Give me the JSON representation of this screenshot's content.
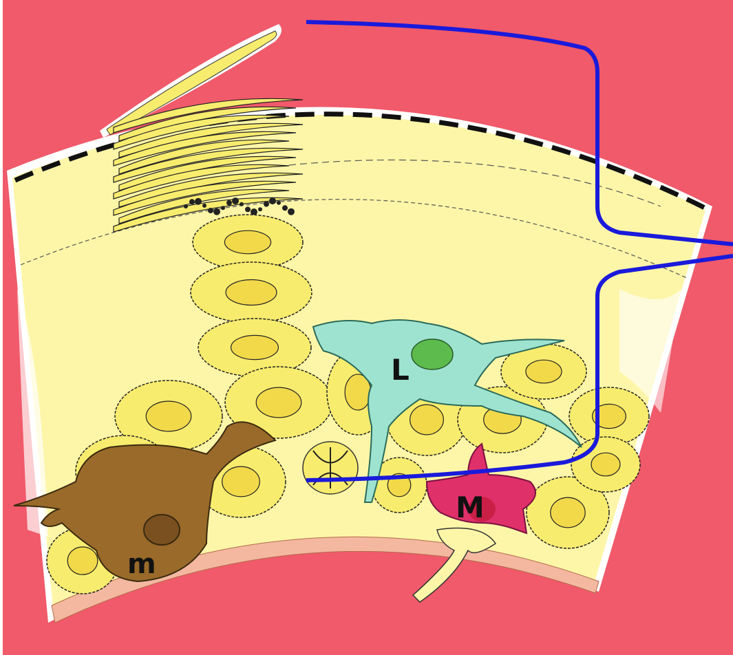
{
  "figure": {
    "labels": {
      "langerhans": "L",
      "melanocyte": "m",
      "merkel": "M"
    },
    "colors": {
      "background": "#f05a6a",
      "epidermis": "#fdf6a8",
      "keratinocyte": "#f8ec6e",
      "nucleus": "#f2d94a",
      "langerhans": "#9ee3d0",
      "langerhans_nucleus": "#5dbb4e",
      "melanocyte": "#9a6a2a",
      "merkel": "#e0306a",
      "bracket": "#1a1adb",
      "basement": "#f4b8a0",
      "outline": "#222222"
    }
  }
}
